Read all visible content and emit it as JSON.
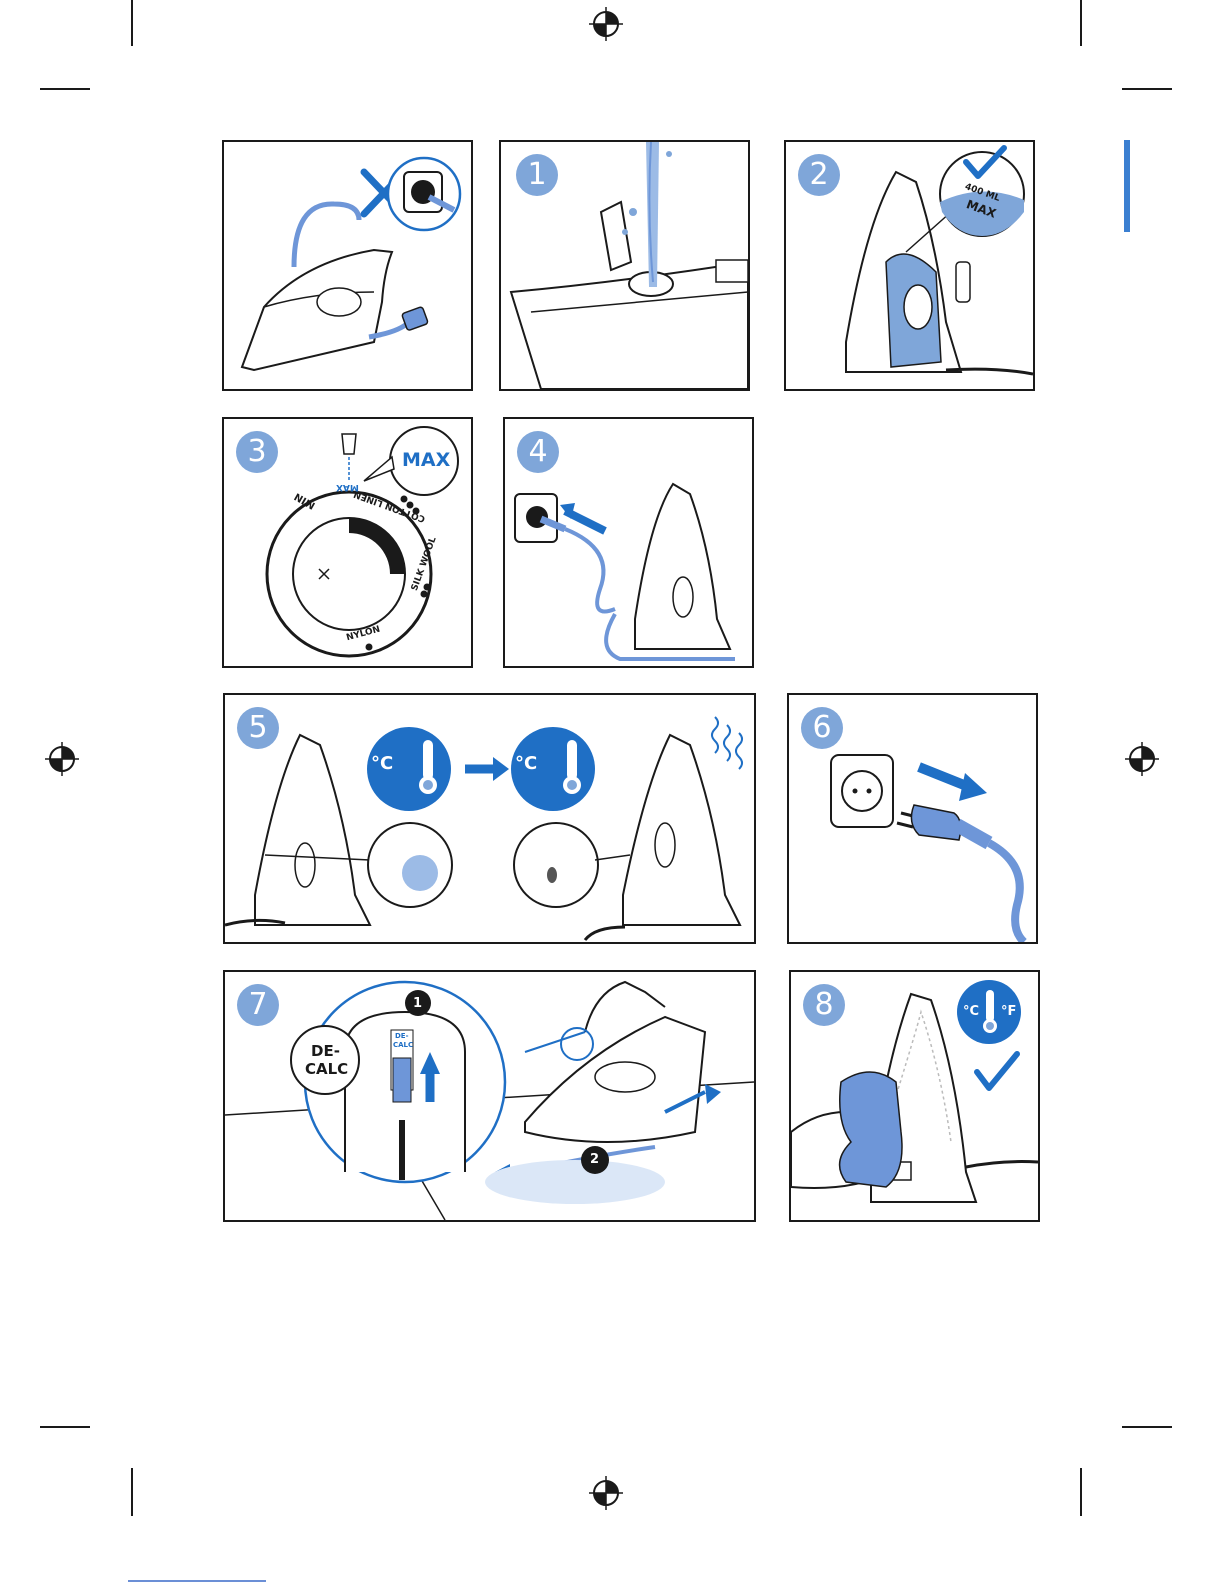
{
  "steps": {
    "s1": "1",
    "s2": "2",
    "s3": "3",
    "s4": "4",
    "s5": "5",
    "s6": "6",
    "s7": "7",
    "s8": "8"
  },
  "panel2": {
    "gauge_volume": "400 ML",
    "gauge_max": "MAX"
  },
  "panel3": {
    "callout": "MAX",
    "dial_max": "MAX",
    "dial_min": "MIN",
    "cotton_linen": "COTTON LINEN",
    "silk_wool": "SILK WOOL",
    "nylon": "NYLON"
  },
  "panel5": {
    "celsius_a": "°C",
    "celsius_b": "°C"
  },
  "panel7": {
    "decalc_line1": "DE-",
    "decalc_line2": "CALC",
    "slider_line1": "DE-",
    "slider_line2": "CALC",
    "sub1": "1",
    "sub2": "2"
  },
  "panel8": {
    "celsius": "°C",
    "fahrenheit": "°F"
  },
  "colors": {
    "accent": "#1f6fc5",
    "light_blue": "#7fa6d9",
    "mid_blue": "#6e96d8",
    "ink": "#1a1a1a"
  }
}
